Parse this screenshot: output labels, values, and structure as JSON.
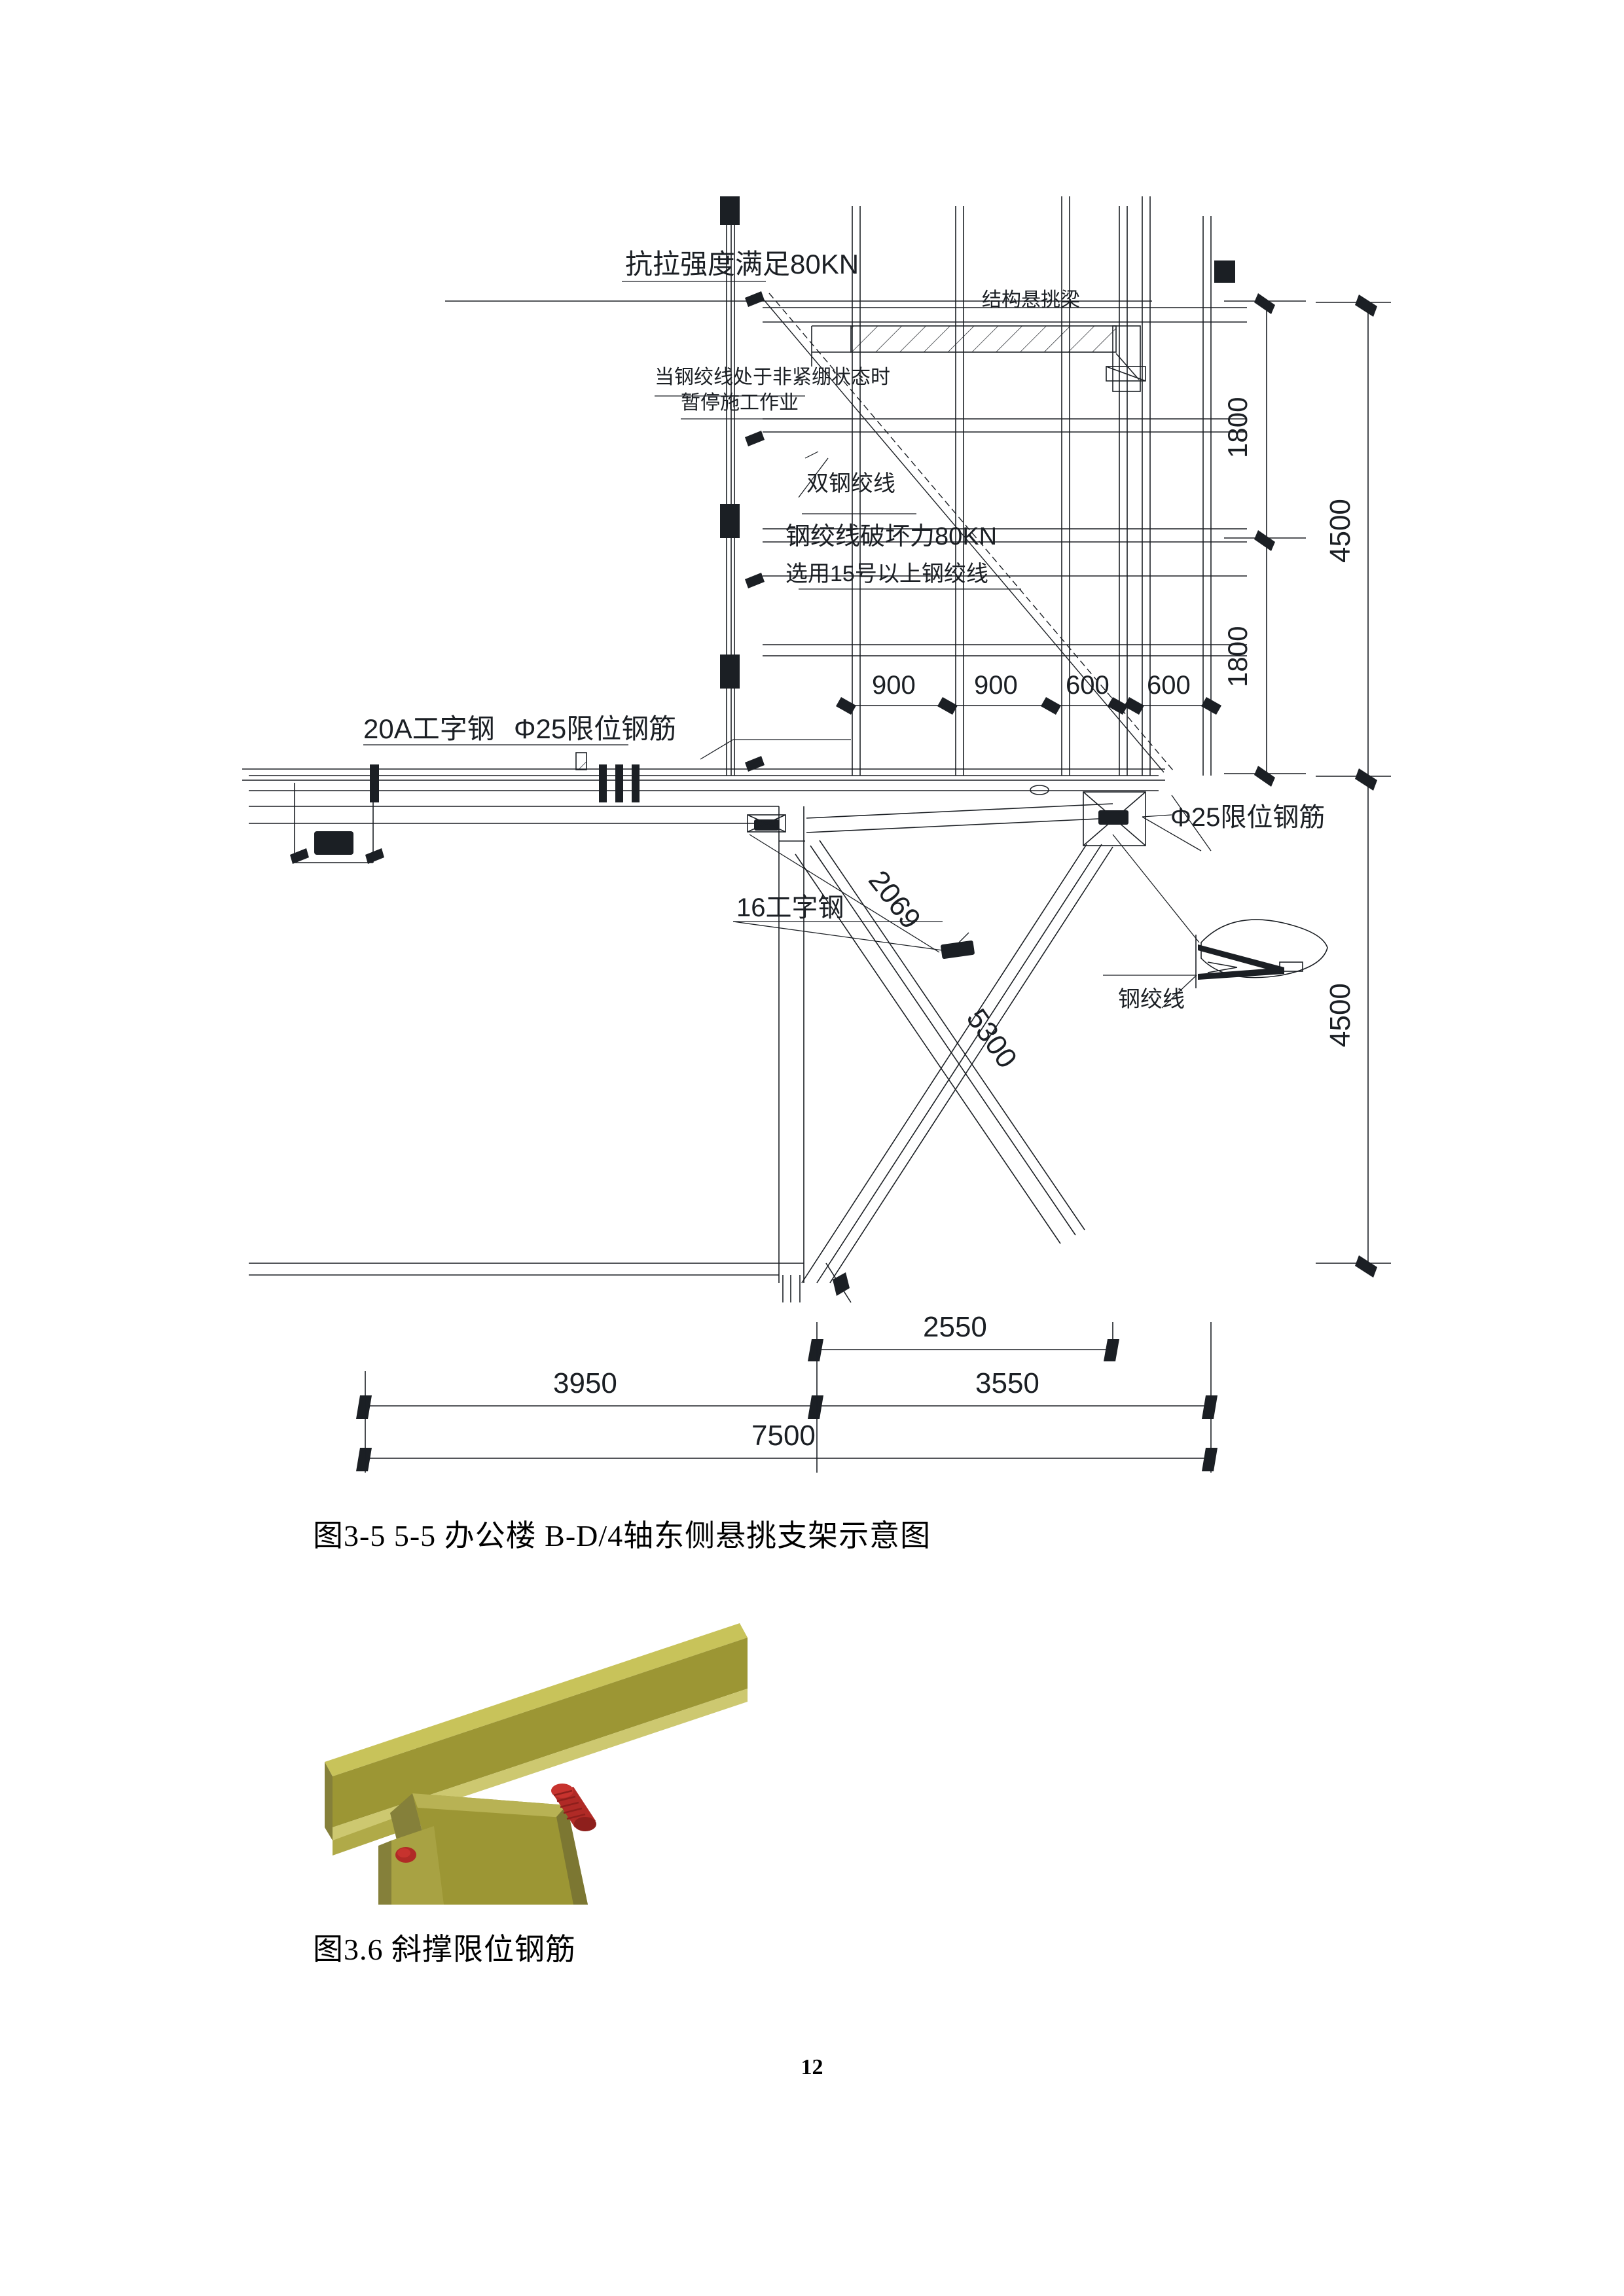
{
  "document": {
    "page_number": "12"
  },
  "figure1": {
    "caption": "图3-5  5-5  办公楼 B-D/4轴东侧悬挑支架示意图",
    "annotations": {
      "tensile_note": "抗拉强度满足80KN",
      "structure_beam": "结构悬挑梁",
      "slack_note_line1": "当钢绞线处于非紧绷状态时",
      "slack_note_line2": "暂停施工作业",
      "double_strand": "双钢绞线",
      "strand_break_force": "钢绞线破坏力80KN",
      "strand_grade": "选用15号以上钢绞线",
      "beam_20a": "20A工字钢",
      "limit_rebar_left": "Φ25限位钢筋",
      "limit_rebar_right": "Φ25限位钢筋",
      "beam_16": "16工字钢",
      "steel_strand": "钢绞线"
    },
    "dimensions": {
      "horizontal_top": [
        "900",
        "900",
        "600",
        "600"
      ],
      "vertical_right_inner": [
        "1800",
        "1800"
      ],
      "vertical_right_outer": [
        "4500",
        "4500"
      ],
      "diagonal_brace_upper": "2069",
      "diagonal_brace_lower": "5300",
      "bottom_partial": "2550",
      "bottom_left": "3950",
      "bottom_right": "3550",
      "bottom_total": "7500"
    }
  },
  "figure2": {
    "caption": "图3.6   斜撑限位钢筋",
    "colors": {
      "beam_top": "#c8c35a",
      "beam_face": "#9c9634",
      "beam_side": "#b0aa48",
      "beam_dark": "#85803a",
      "rebar": "#b02a26",
      "rebar_dark": "#8e1f1c"
    }
  },
  "chart_data": {
    "type": "table",
    "title": "悬挑支架示意图尺寸表",
    "categories": [
      "900",
      "900",
      "600",
      "600",
      "1800",
      "1800",
      "4500",
      "4500",
      "2069",
      "5300",
      "2550",
      "3950",
      "3550",
      "7500"
    ],
    "values": [
      900,
      900,
      600,
      600,
      1800,
      1800,
      4500,
      4500,
      2069,
      5300,
      2550,
      3950,
      3550,
      7500
    ]
  }
}
